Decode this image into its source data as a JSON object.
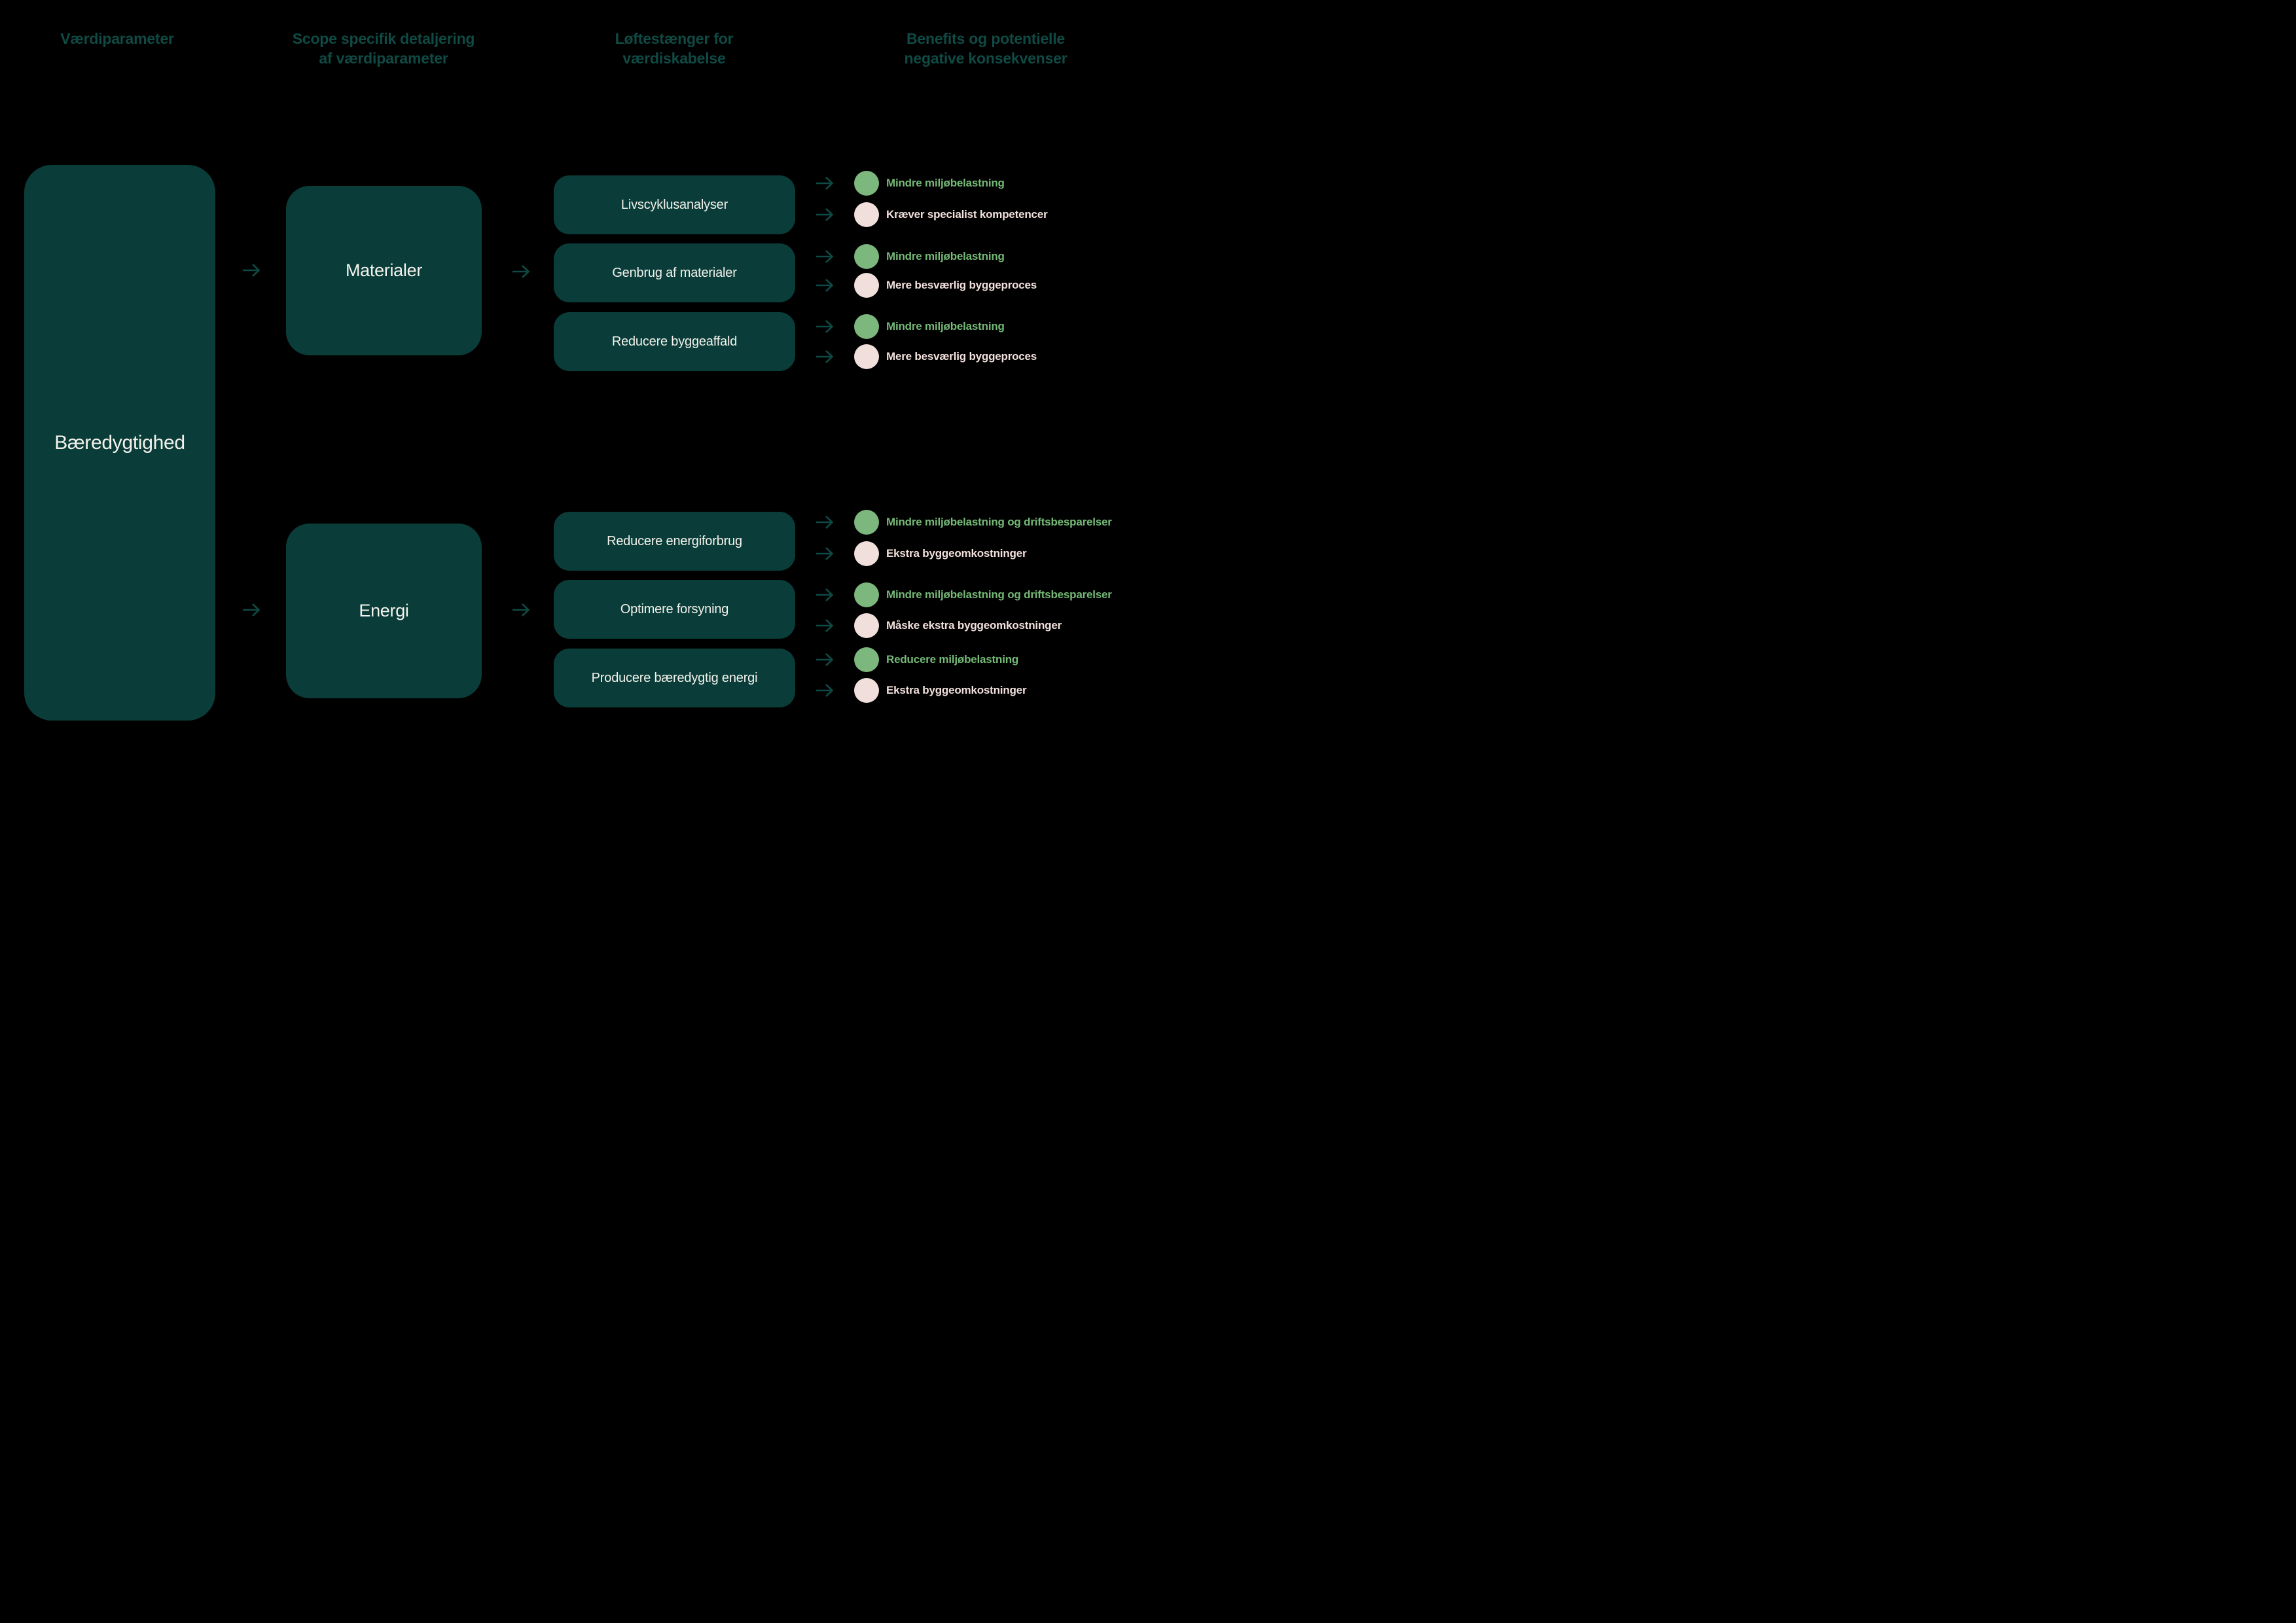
{
  "background": "#000000",
  "colors": {
    "bg": "#000000",
    "box_fill": "#0a3d39",
    "header_text": "#0f4a44",
    "arrow": "#0f4a44",
    "box_text": "#f4f2ec",
    "positive": "#7cb77d",
    "positive_text": "#74b976",
    "negative": "#f0dfdb",
    "negative_text": "#f2e1dd"
  },
  "headers": [
    {
      "label": "Værdiparameter"
    },
    {
      "label": "Scope specifik detaljering\naf værdiparameter"
    },
    {
      "label": "Løftestænger for\nværdiskabelse"
    },
    {
      "label": "Benefits og potentielle\nnegative konsekvenser"
    }
  ],
  "root": {
    "label": "Bæredygtighed"
  },
  "scopes": [
    {
      "label": "Materialer",
      "levers": [
        {
          "label": "Livscyklusanalyser",
          "benefits": [
            {
              "kind": "positive",
              "label": "Mindre miljøbelastning"
            },
            {
              "kind": "negative",
              "label": "Kræver specialist kompetencer"
            }
          ]
        },
        {
          "label": "Genbrug af materialer",
          "benefits": [
            {
              "kind": "positive",
              "label": "Mindre miljøbelastning"
            },
            {
              "kind": "negative",
              "label": "Mere besværlig byggeproces"
            }
          ]
        },
        {
          "label": "Reducere byggeaffald",
          "benefits": [
            {
              "kind": "positive",
              "label": "Mindre miljøbelastning"
            },
            {
              "kind": "negative",
              "label": "Mere besværlig byggeproces"
            }
          ]
        }
      ]
    },
    {
      "label": "Energi",
      "levers": [
        {
          "label": "Reducere energiforbrug",
          "benefits": [
            {
              "kind": "positive",
              "label": "Mindre miljøbelastning og driftsbesparelser"
            },
            {
              "kind": "negative",
              "label": "Ekstra byggeomkostninger"
            }
          ]
        },
        {
          "label": "Optimere forsyning",
          "benefits": [
            {
              "kind": "positive",
              "label": "Mindre miljøbelastning og driftsbesparelser"
            },
            {
              "kind": "negative",
              "label": "Måske ekstra byggeomkostninger"
            }
          ]
        },
        {
          "label": "Producere bæredygtig energi",
          "benefits": [
            {
              "kind": "positive",
              "label": "Reducere miljøbelastning"
            },
            {
              "kind": "negative",
              "label": "Ekstra byggeomkostninger"
            }
          ]
        }
      ]
    }
  ]
}
